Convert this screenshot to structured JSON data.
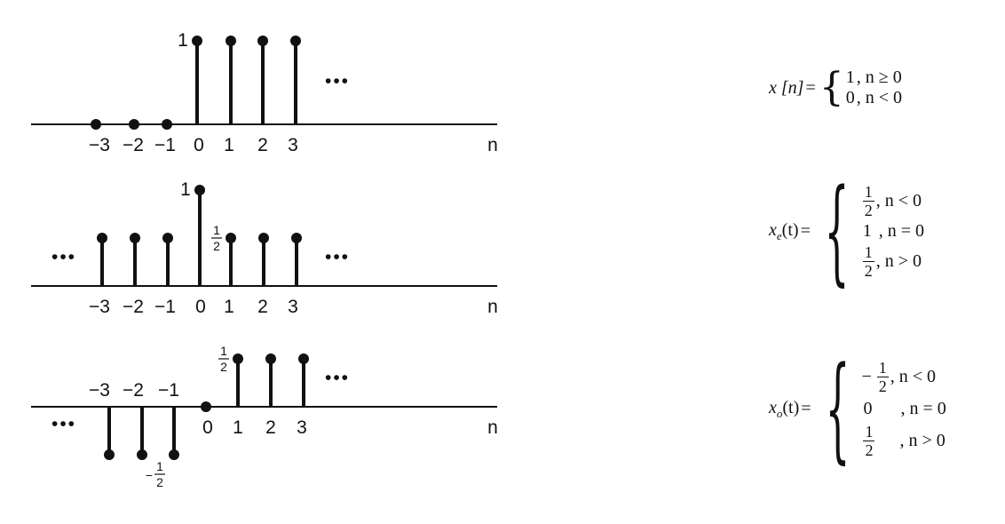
{
  "plots": [
    {
      "name": "unit-step",
      "x": [
        -3,
        -2,
        -1,
        0,
        1,
        2,
        3
      ],
      "y": [
        0,
        0,
        0,
        1,
        1,
        1,
        1
      ],
      "tick_labels": [
        "-3",
        "-2",
        "-1",
        "0",
        "1",
        "2",
        "3"
      ],
      "axis_label": "n",
      "left_ellipsis": "",
      "right_ellipsis": "•••",
      "value_labels": [
        {
          "text": "1",
          "at": 0,
          "kind": "plain"
        }
      ]
    },
    {
      "name": "even-part",
      "x": [
        -3,
        -2,
        -1,
        0,
        1,
        2,
        3
      ],
      "y": [
        0.5,
        0.5,
        0.5,
        1,
        0.5,
        0.5,
        0.5
      ],
      "tick_labels": [
        "-3",
        "-2",
        "-1",
        "0",
        "1",
        "2",
        "3"
      ],
      "axis_label": "n",
      "left_ellipsis": "•••",
      "right_ellipsis": "•••",
      "value_labels": [
        {
          "text": "1",
          "at": 0,
          "kind": "plain"
        },
        {
          "num": "1",
          "den": "2",
          "at": 1,
          "kind": "frac"
        }
      ]
    },
    {
      "name": "odd-part",
      "x": [
        -3,
        -2,
        -1,
        0,
        1,
        2,
        3
      ],
      "y": [
        -0.5,
        -0.5,
        -0.5,
        0,
        0.5,
        0.5,
        0.5
      ],
      "tick_labels": [
        "-3",
        "-2",
        "-1",
        "0",
        "1",
        "2",
        "3"
      ],
      "axis_label": "n",
      "left_ellipsis": "•••",
      "right_ellipsis": "•••",
      "value_labels": [
        {
          "num": "1",
          "den": "2",
          "at": 1,
          "kind": "frac"
        },
        {
          "sign": "−",
          "num": "1",
          "den": "2",
          "at": -1,
          "kind": "frac-neg"
        }
      ]
    }
  ],
  "equations": {
    "x": {
      "lhs": "x [n]",
      "eq": "=",
      "cases": [
        {
          "val": "1",
          "cond": ", n ≥ 0"
        },
        {
          "val": "0",
          "cond": ", n < 0"
        }
      ]
    },
    "xe": {
      "lhs_base": "x",
      "lhs_sub": "e",
      "lhs_arg": "(t)",
      "eq": "=",
      "half_num": "1",
      "half_den": "2",
      "one": "1",
      "cond1": ", n < 0",
      "cond2": ", n = 0",
      "cond3": ", n > 0"
    },
    "xo": {
      "lhs_base": "x",
      "lhs_sub": "o",
      "lhs_arg": "(t)",
      "eq": "=",
      "minus": "−",
      "half_num": "1",
      "half_den": "2",
      "zero": "0",
      "cond1": ", n < 0",
      "cond2": ", n = 0",
      "cond3": ", n > 0"
    }
  }
}
